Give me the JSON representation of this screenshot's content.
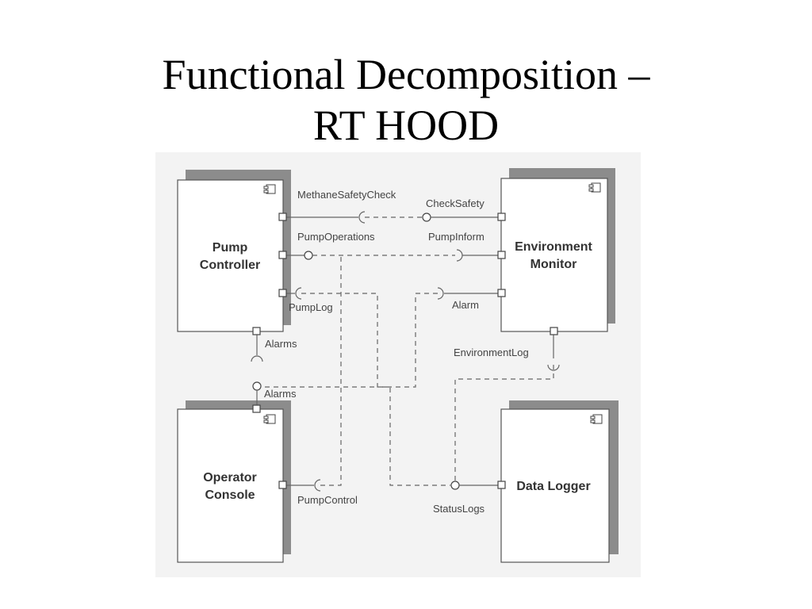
{
  "title": {
    "line1": "Functional Decomposition –",
    "line2": "RT  HOOD"
  },
  "components": {
    "pump_controller": {
      "line1": "Pump",
      "line2": "Controller"
    },
    "environment_monitor": {
      "line1": "Environment",
      "line2": "Monitor"
    },
    "operator_console": {
      "line1": "Operator",
      "line2": "Console"
    },
    "data_logger": {
      "line1": "Data Logger"
    }
  },
  "labels": {
    "methane_safety_check": "MethaneSafetyCheck",
    "check_safety": "CheckSafety",
    "pump_operations": "PumpOperations",
    "pump_inform": "PumpInform",
    "pump_log": "PumpLog",
    "alarm": "Alarm",
    "alarms_top": "Alarms",
    "alarms_bottom": "Alarms",
    "environment_log": "EnvironmentLog",
    "pump_control": "PumpControl",
    "status_logs": "StatusLogs"
  },
  "icons": {
    "component": "uml-component-icon",
    "provided": "lollipop-icon",
    "required": "socket-icon"
  }
}
